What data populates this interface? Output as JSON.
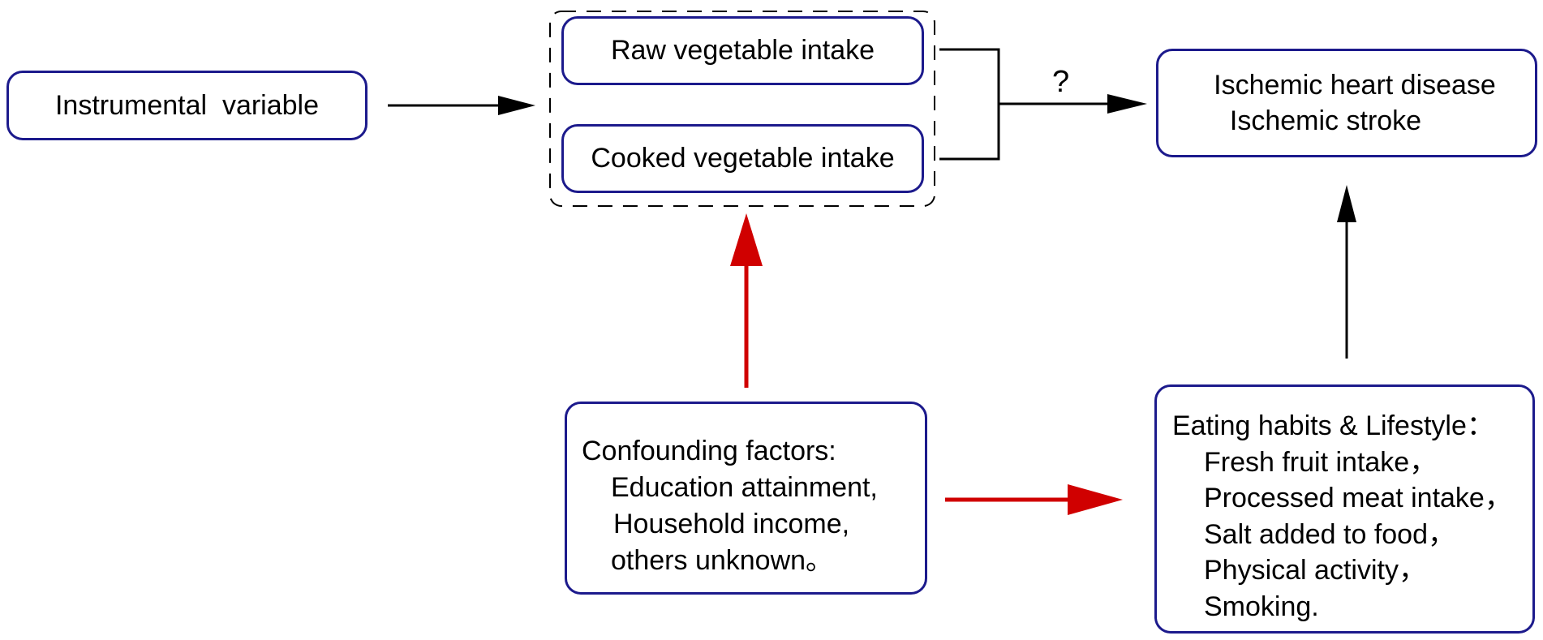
{
  "nodes": {
    "instrumental": "Instrumental  variable",
    "raw_veg": "Raw vegetable intake",
    "cooked_veg": "Cooked vegetable intake",
    "outcome": {
      "line1": "Ischemic heart disease",
      "line2": "Ischemic stroke"
    },
    "confounders": {
      "title": "Confounding factors:",
      "items": [
        "Education attainment,",
        "Household income,",
        "others unknown。"
      ]
    },
    "lifestyle": {
      "title": "Eating habits & Lifestyle：",
      "items": [
        "Fresh fruit intake，",
        "Processed meat intake，",
        "Salt added to food，",
        "Physical activity，",
        "Smoking."
      ]
    }
  },
  "edge_labels": {
    "unknown_effect": "?"
  },
  "colors": {
    "box_border": "#1c1a8c",
    "arrow_black": "#000000",
    "arrow_red": "#d00000"
  }
}
